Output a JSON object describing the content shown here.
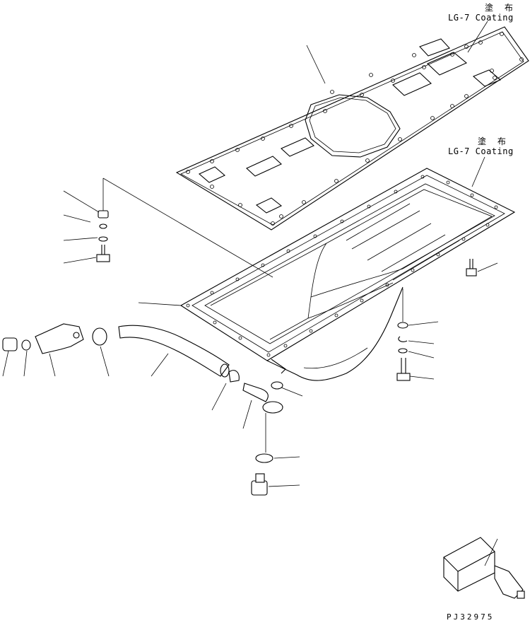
{
  "annotations": {
    "top": {
      "jp": "塗 布",
      "en": "LG-7 Coating"
    },
    "middle": {
      "jp": "塗 布",
      "en": "LG-7 Coating"
    }
  },
  "drawing_code": "PJ32975"
}
